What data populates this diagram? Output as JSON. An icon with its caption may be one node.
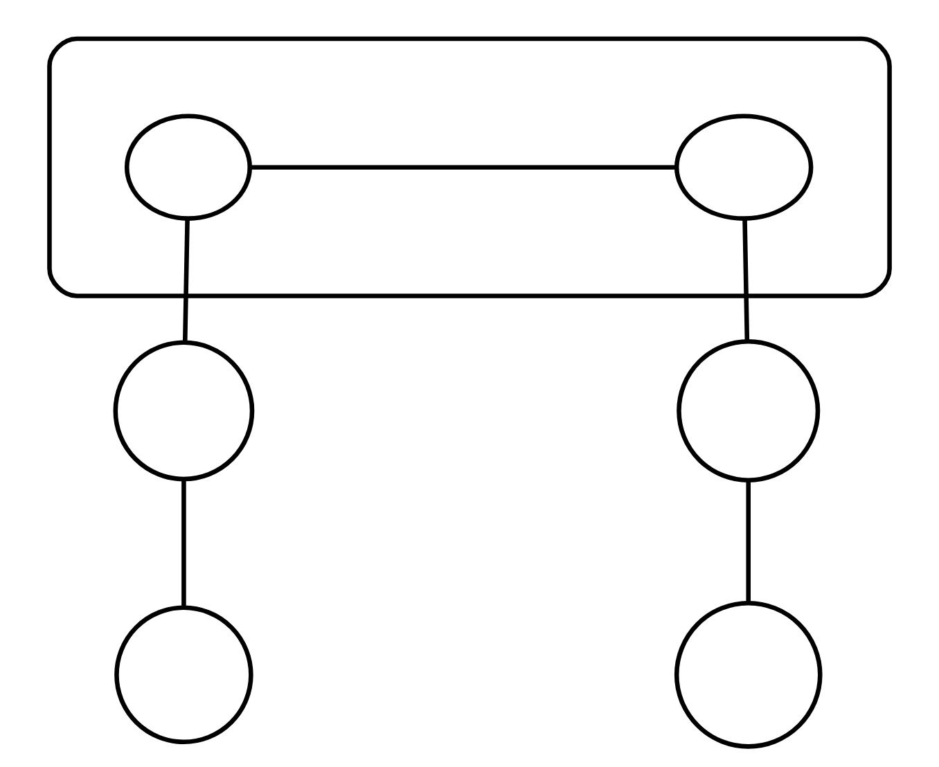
{
  "diagram": {
    "nodes": [
      {
        "text": [],
        "shape": "ellipse"
      },
      {
        "text": [],
        "shape": "ellipse",
        "in": 0
      },
      {
        "text": [],
        "shape": "ellipse",
        "in": 0
      },
      {
        "text": [],
        "shape": "circle"
      },
      {
        "text": [],
        "shape": "circle"
      },
      {
        "text": [],
        "shape": "circle"
      },
      {
        "text": [],
        "shape": "circle"
      }
    ],
    "edges": [
      {
        "from": 1,
        "to": 2,
        "arrow": "none"
      },
      {
        "from": 1,
        "to": 3,
        "arrow": "none"
      },
      {
        "from": 2,
        "to": 4,
        "arrow": "none"
      },
      {
        "from": 3,
        "to": 5,
        "arrow": "none"
      },
      {
        "from": 4,
        "to": 6,
        "arrow": "none"
      }
    ]
  }
}
